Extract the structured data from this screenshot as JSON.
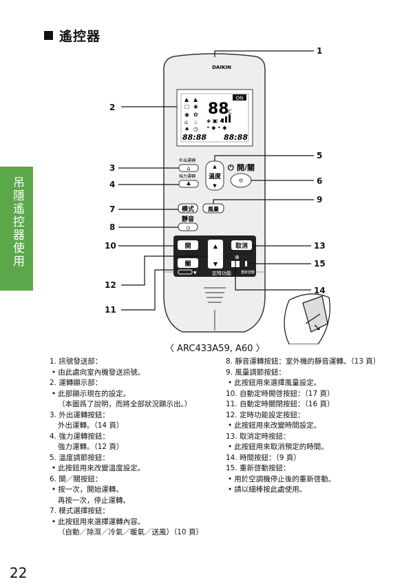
{
  "page_title": "遙控器",
  "side_tab": "吊隱遙控器使用",
  "page_number": "22",
  "model": "〈 ARC433A59, A60 〉",
  "remote": {
    "brand": "DAIKIN",
    "on_badge": "ON",
    "big_digits": "88",
    "celsius": "℃",
    "timer_left": "88:88",
    "timer_right": "88:88",
    "outdoor_small": "外出運轉",
    "powerful_small": "強力運轉",
    "temp_label": "溫度",
    "onoff_label": "開/關",
    "mode_label": "模式",
    "fan_label": "風量",
    "quiet_label": "靜音",
    "on_btn": "開",
    "off_btn": "關",
    "cancel_btn": "取消",
    "timer_func": "定時功能",
    "restart": "重新啓動"
  },
  "callouts": [
    "1",
    "2",
    "3",
    "4",
    "5",
    "6",
    "7",
    "8",
    "9",
    "10",
    "11",
    "12",
    "13",
    "14",
    "15"
  ],
  "descriptions_left": [
    {
      "h": "1. 訊號發送部：",
      "lines": [
        {
          "t": "b",
          "v": "由此處向室內機發送訊號。"
        }
      ]
    },
    {
      "h": "2. 運轉顯示部：",
      "lines": [
        {
          "t": "b",
          "v": "此部顯示現在的設定。"
        },
        {
          "t": "i",
          "v": "（本圖爲了說明，而將全部狀況顯示出。）"
        }
      ]
    },
    {
      "h": "3. 外出運轉按鈕：",
      "lines": [
        {
          "t": "p",
          "v": "外出運轉。（14 頁）"
        }
      ]
    },
    {
      "h": "4. 強力運轉按鈕：",
      "lines": [
        {
          "t": "p",
          "v": "強力運轉。（12 頁）"
        }
      ]
    },
    {
      "h": "5. 溫度調節按鈕：",
      "lines": [
        {
          "t": "b",
          "v": "此按鈕用來改變溫度設定。"
        }
      ]
    },
    {
      "h": "6. 開／關按鈕：",
      "lines": [
        {
          "t": "b",
          "v": "按一次，開始運轉。"
        },
        {
          "t": "i",
          "v": "再按一次，停止運轉。"
        }
      ]
    },
    {
      "h": "7. 模式選擇按鈕：",
      "lines": [
        {
          "t": "b",
          "v": "此按鈕用來選擇運轉內容。"
        },
        {
          "t": "i",
          "v": "（自動／除濕／冷氣／暖氣／送風）（10 頁）"
        }
      ]
    }
  ],
  "descriptions_right": [
    {
      "h": "8. 靜音運轉按鈕：室外機的靜音運轉。（13 頁）",
      "lines": []
    },
    {
      "h": "9. 風量調節按鈕：",
      "lines": [
        {
          "t": "b",
          "v": "此按鈕用來選擇風量設定。"
        }
      ]
    },
    {
      "h": "10. 自動定時開啓按鈕：（17 頁）",
      "lines": []
    },
    {
      "h": "11. 自動定時關閉按鈕：（16 頁）",
      "lines": []
    },
    {
      "h": "12. 定時功能設定按鈕：",
      "lines": [
        {
          "t": "b",
          "v": "此按鈕用來改變時間設定。"
        }
      ]
    },
    {
      "h": "13. 取消定時按鈕：",
      "lines": [
        {
          "t": "b",
          "v": "此按鈕用來取消預定的時間。"
        }
      ]
    },
    {
      "h": "14. 時間按鈕：（9 頁）",
      "lines": []
    },
    {
      "h": "15. 重新啓動按鈕：",
      "lines": [
        {
          "t": "b",
          "v": "用於空調機停止後的重新啓動。"
        },
        {
          "t": "b",
          "v": "請以細棒按此處使用。"
        }
      ]
    }
  ]
}
